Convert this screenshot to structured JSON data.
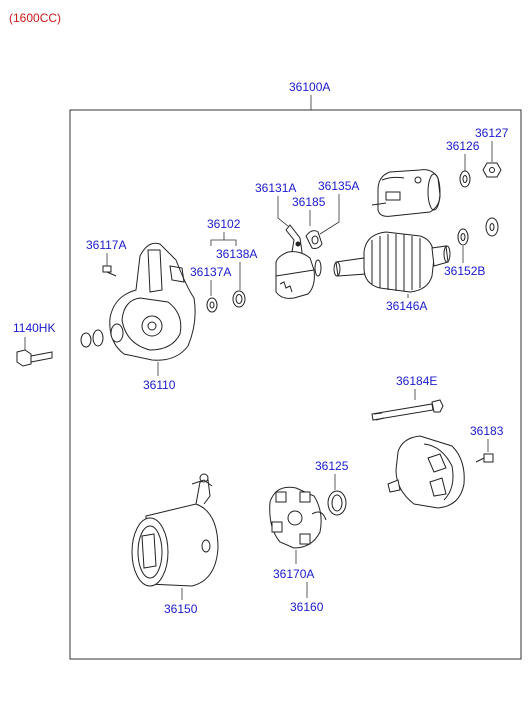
{
  "variant": "(1600CC)",
  "assembly_label": "36100A",
  "labels": {
    "p36127": "36127",
    "p36126": "36126",
    "p36131A": "36131A",
    "p36135A": "36135A",
    "p36185": "36185",
    "p36102": "36102",
    "p36117A": "36117A",
    "p36138A": "36138A",
    "p36137A": "36137A",
    "p36152B": "36152B",
    "p36146A": "36146A",
    "p1140HK": "1140HK",
    "p36110": "36110",
    "p36184E": "36184E",
    "p36183": "36183",
    "p36125": "36125",
    "p36170A": "36170A",
    "p36150": "36150",
    "p36160": "36160"
  },
  "colors": {
    "label": "#1a1acc",
    "variant": "#cc1a1a",
    "line": "#222222"
  }
}
